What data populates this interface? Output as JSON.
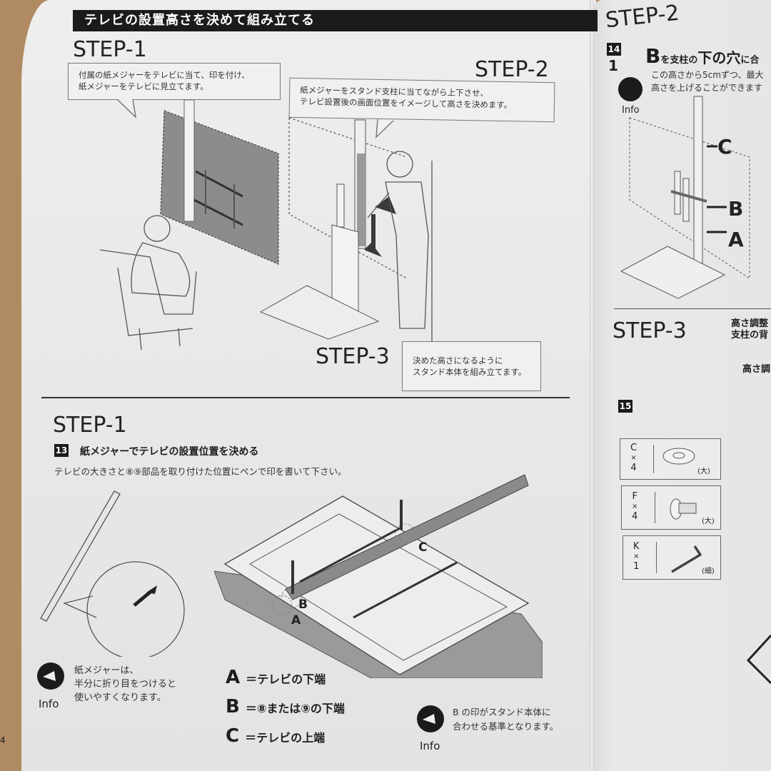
{
  "left_page": {
    "section_title": "テレビの設置高さを決めて組み立てる",
    "top_steps": {
      "step1": {
        "label": "STEP-1",
        "callout_line1": "付属の紙メジャーをテレビに当て、印を付け、",
        "callout_line2": "紙メジャーをテレビに見立てます。"
      },
      "step2": {
        "label": "STEP-2",
        "callout_line1": "紙メジャーをスタンド支柱に当てながら上下させ、",
        "callout_line2": "テレビ設置後の画面位置をイメージして高さを決めます。"
      },
      "step3": {
        "label": "STEP-3",
        "callout_line1": "決めた高さになるように",
        "callout_line2": "スタンド本体を組み立てます。"
      }
    },
    "bottom_step": {
      "label": "STEP-1",
      "number": "13",
      "heading": "紙メジャーでテレビの設置位置を決める",
      "instruction": "テレビの大きさと⑧⑨部品を取り付けた位置にペンで印を書いて下さい。",
      "diagram_labels": [
        "A",
        "B",
        "C"
      ],
      "tip": {
        "icon": "megaphone-icon",
        "label": "Info",
        "line1": "紙メジャーは、",
        "line2": "半分に折り目をつけると",
        "line3": "使いやすくなります。"
      },
      "legend": [
        {
          "key": "A",
          "text": "＝テレビの下端"
        },
        {
          "key": "B",
          "text": "＝⑧または⑨の下端"
        },
        {
          "key": "C",
          "text": "＝テレビの上端"
        }
      ],
      "note": {
        "icon": "megaphone-icon",
        "label": "Info",
        "line1": "B の印がスタンド本体に",
        "line2": "合わせる基準となります。"
      }
    },
    "page_number": "4"
  },
  "right_page": {
    "step2": {
      "label": "STEP-2",
      "number": "14",
      "sub_number": "1",
      "heading_b": "B",
      "heading_text1": "を支柱の",
      "heading_text2": "下の穴",
      "heading_text3": "に合",
      "info_label": "Info",
      "info_line1": "この高さから5cmずつ、最大",
      "info_line2": "高さを上げることができます",
      "diagram_labels": [
        "C",
        "B",
        "A"
      ]
    },
    "step3": {
      "label": "STEP-3",
      "line1": "高さ調整",
      "line2": "支柱の背",
      "line3": "高さ調"
    },
    "step15": {
      "number": "15",
      "parts": [
        {
          "letter": "C",
          "times": "×",
          "qty": "4",
          "size": "(大)",
          "name": "washer"
        },
        {
          "letter": "F",
          "times": "×",
          "qty": "4",
          "size": "(大)",
          "name": "bolt"
        },
        {
          "letter": "K",
          "times": "×",
          "qty": "1",
          "size": "(細)",
          "name": "hex-key"
        }
      ]
    }
  }
}
